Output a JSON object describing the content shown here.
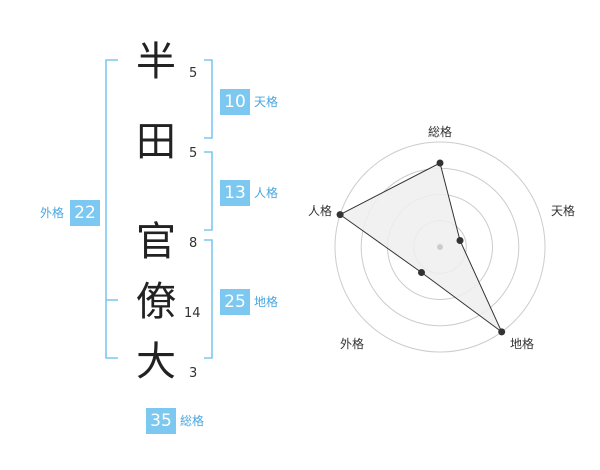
{
  "name": {
    "characters": [
      {
        "char": "半",
        "strokes": "5"
      },
      {
        "char": "田",
        "strokes": "5"
      },
      {
        "char": "官",
        "strokes": "8"
      },
      {
        "char": "僚",
        "strokes": "14"
      },
      {
        "char": "大",
        "strokes": "3"
      }
    ]
  },
  "fortunes": {
    "tenkaku": {
      "value": "10",
      "label": "天格"
    },
    "jinkaku": {
      "value": "13",
      "label": "人格"
    },
    "chikaku": {
      "value": "25",
      "label": "地格"
    },
    "gaikaku": {
      "value": "22",
      "label": "外格"
    },
    "soukaku": {
      "value": "35",
      "label": "総格"
    }
  },
  "colors": {
    "accent": "#7dc8f0",
    "bracket": "#7dc8f0",
    "label": "#4aa6df",
    "grid": "#cccccc",
    "fill": "#eeeeee",
    "line": "#333333"
  },
  "chart_data": {
    "type": "radar",
    "axes": [
      "総格",
      "天格",
      "地格",
      "外格",
      "人格"
    ],
    "values": [
      0.8,
      0.2,
      1.0,
      0.3,
      1.0
    ],
    "range": [
      0,
      1
    ],
    "rings": 4
  }
}
